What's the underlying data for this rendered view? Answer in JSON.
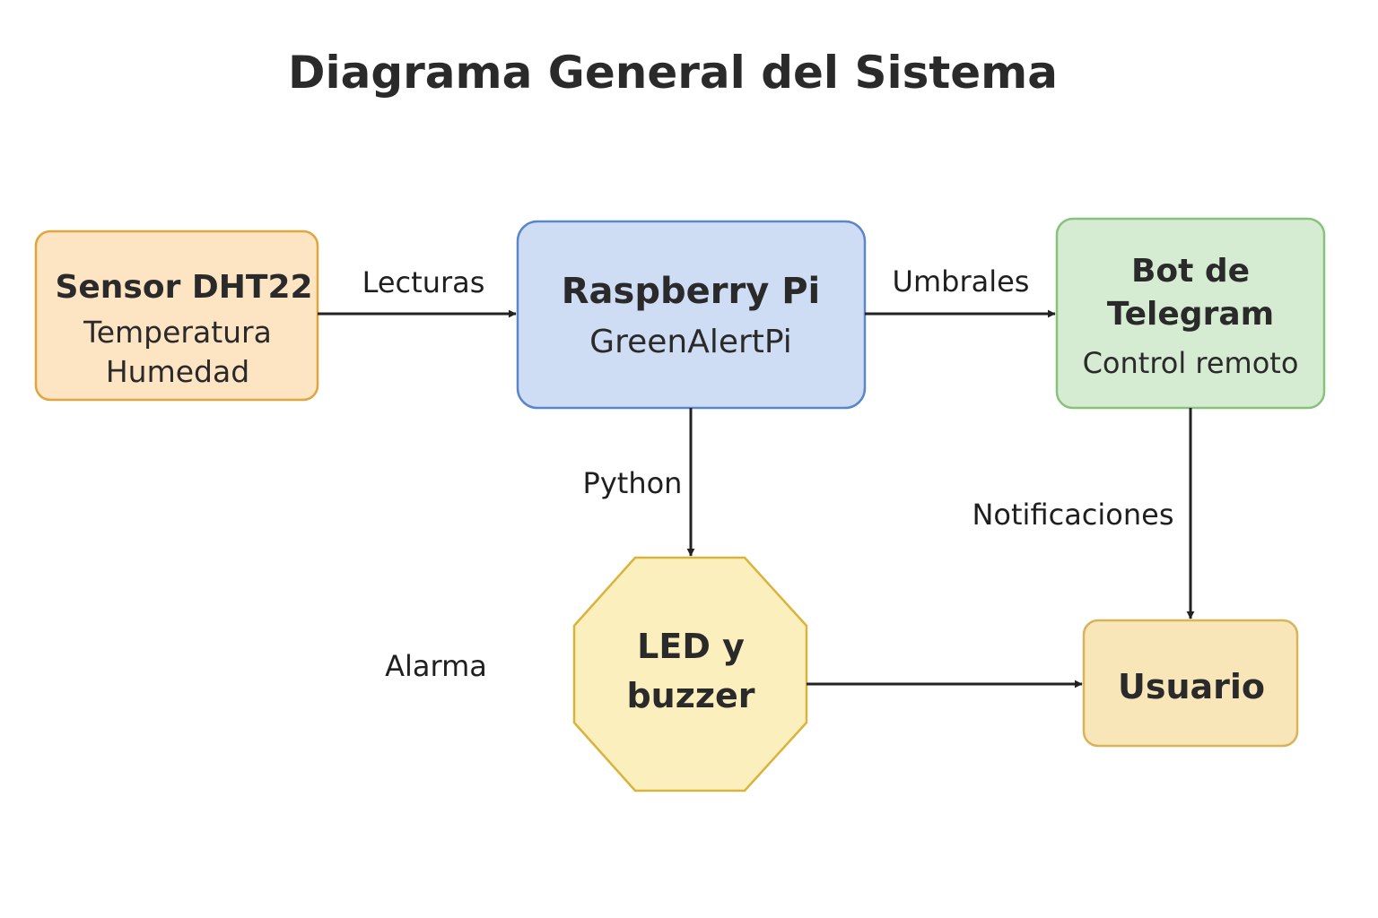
{
  "title": "Diagrama General del Sistema",
  "nodes": {
    "sensor": {
      "title": "Sensor DHT22",
      "lines": [
        "Temperatura",
        "Humedad"
      ],
      "fill": "#fde4c3",
      "stroke": "#e2a53c"
    },
    "raspberry": {
      "title": "Raspberry Pi",
      "subtitle": "GreenAlertPi",
      "fill": "#cfddf4",
      "stroke": "#5b86c8"
    },
    "telegram": {
      "title_line1": "Bot de",
      "title_line2": "Telegram",
      "subtitle": "Control remoto",
      "fill": "#d6ecd2",
      "stroke": "#86c27a"
    },
    "led": {
      "title_line1": "LED y",
      "title_line2": "buzzer",
      "fill": "#fcefbe",
      "stroke": "#d9b33a"
    },
    "usuario": {
      "title": "Usuario",
      "fill": "#f8e6b8",
      "stroke": "#d9b35a"
    }
  },
  "edges": {
    "lecturas": "Lecturas",
    "umbrales": "Umbrales",
    "python": "Python",
    "notificaciones": "Notificaciones",
    "alarma": "Alarma"
  },
  "colors": {
    "line": "#222222",
    "text": "#2a2a2a"
  }
}
